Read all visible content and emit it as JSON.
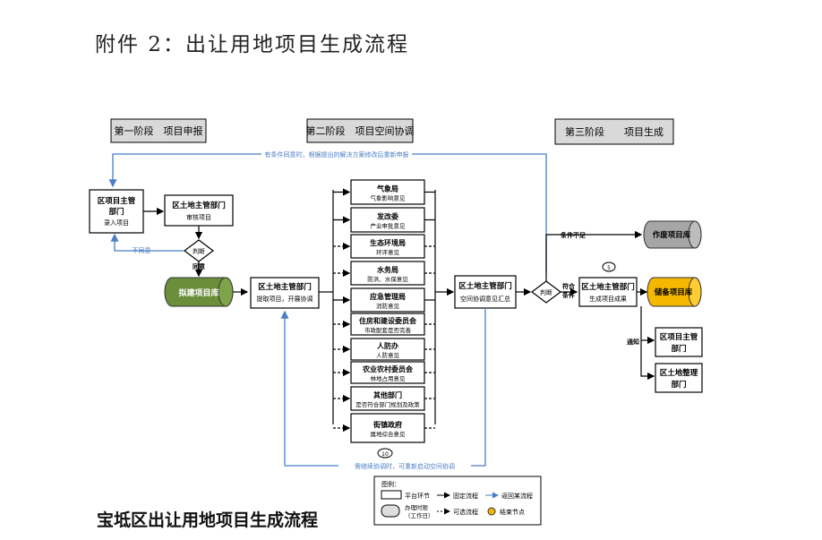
{
  "page_title": "附件 2：出让用地项目生成流程",
  "caption": "宝坻区出让用地项目生成流程",
  "stages": {
    "s1": "第一阶段　项目申报",
    "s2": "第二阶段　项目空间协调",
    "s3": "第三阶段　　项目生成"
  },
  "return_top": "有条件同意时，根据提出的解决方案修改后重新申报",
  "return_bottom": "需继续协调时，可重新启动空间协调",
  "disagree": "不同意",
  "agree": "同意",
  "judge": "判断",
  "cond_not": "条件不足",
  "cond_ok": "符合条件",
  "notify": "通知",
  "nodes": {
    "district_main": {
      "title": "区项目主管部门",
      "sub": "录入项目"
    },
    "land_review": {
      "title": "区土地主管部门",
      "sub": "审核项目"
    },
    "proposed_db": "拟建项目库",
    "land_coord": {
      "title": "区土地主管部门",
      "sub": "提取项目，开展协调"
    },
    "land_summary": {
      "title": "区土地主管部门",
      "sub": "空间协调意见汇总"
    },
    "land_result": {
      "title": "区土地主管部门",
      "sub": "生成项目成果"
    },
    "waste_db": "作废项目库",
    "reserve_db": "储备项目库",
    "notify_main": "区项目主管部门",
    "notify_land": "区土地整理部门",
    "badge5": "5",
    "badge10": "10"
  },
  "departments": [
    {
      "title": "气象局",
      "sub": "气象影响意见"
    },
    {
      "title": "发改委",
      "sub": "产业审批意见"
    },
    {
      "title": "生态环境局",
      "sub": "环评意见"
    },
    {
      "title": "水务局",
      "sub": "防洪、水保意见"
    },
    {
      "title": "应急管理局",
      "sub": "消防意见"
    },
    {
      "title": "住房和建设委员会",
      "sub": "市政配套是否完善"
    },
    {
      "title": "人防办",
      "sub": "人防意见"
    },
    {
      "title": "农业农村委员会",
      "sub": "林地占用意见"
    },
    {
      "title": "其他部门",
      "sub": "是否符合部门规划及政策"
    },
    {
      "title": "街镇政府",
      "sub": "属地综合意见"
    }
  ],
  "legend": {
    "title": "图例：",
    "platform": "平台环节",
    "fixed": "固定流程",
    "return": "返回某流程",
    "time": "办理时限（工作日）",
    "optional": "可选流程",
    "end": "结束节点"
  },
  "colors": {
    "stage_bg": "#d9d9d9",
    "green": "#6b8e3a",
    "orange": "#f5b800",
    "gray_db": "#a6a6a6",
    "blue": "#4a7ec7"
  }
}
